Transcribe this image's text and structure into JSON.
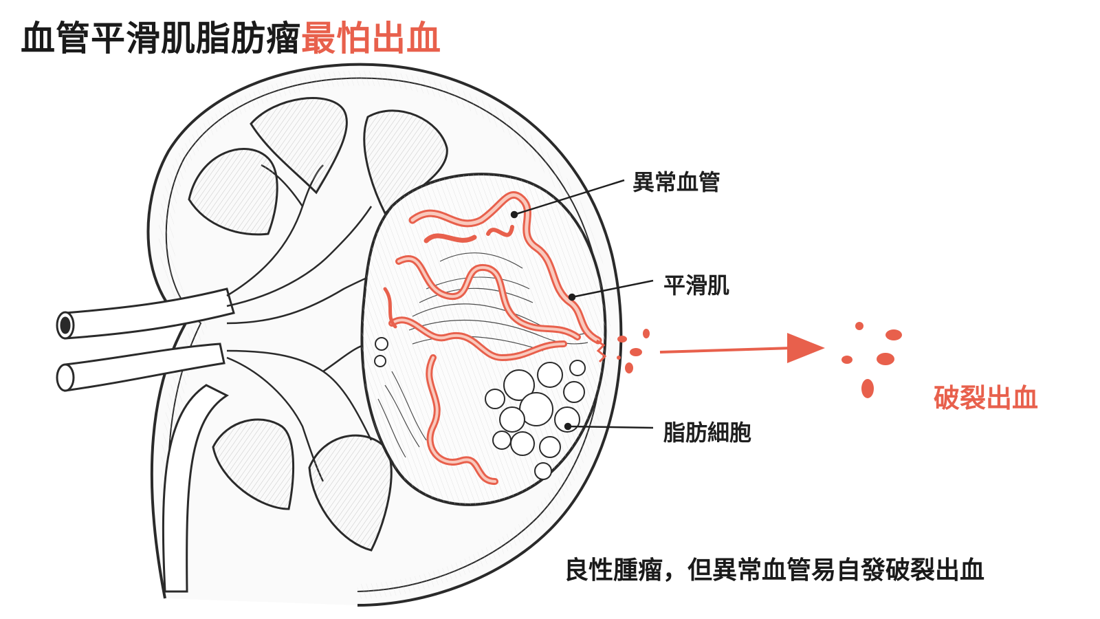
{
  "title": {
    "main": "血管平滑肌脂肪瘤",
    "accent": "最怕出血"
  },
  "labels": {
    "abnormal_vessels": "異常血管",
    "smooth_muscle": "平滑肌",
    "fat_cells": "脂肪細胞",
    "rupture": "破裂出血"
  },
  "caption": "良性腫瘤，但異常血管易自發破裂出血",
  "colors": {
    "accent": "#e8604c",
    "line": "#2a2a2a",
    "vessel_fill": "#f9c9bd"
  }
}
